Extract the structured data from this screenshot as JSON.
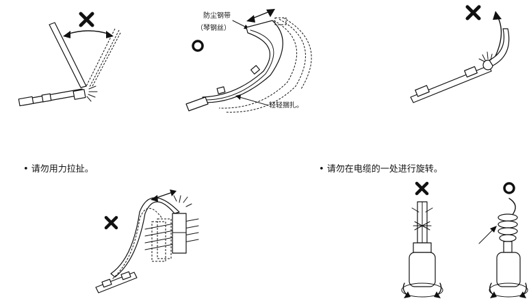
{
  "top": {
    "label_dust_band": "防尘钢带",
    "label_piano_wire": "（琴钢丝）",
    "label_tie_lightly": "轻轻捆扎。"
  },
  "bullets": {
    "no_pull": "•  请勿用力拉扯。",
    "no_twist": "•  请勿在电缆的一处进行旋转。"
  }
}
